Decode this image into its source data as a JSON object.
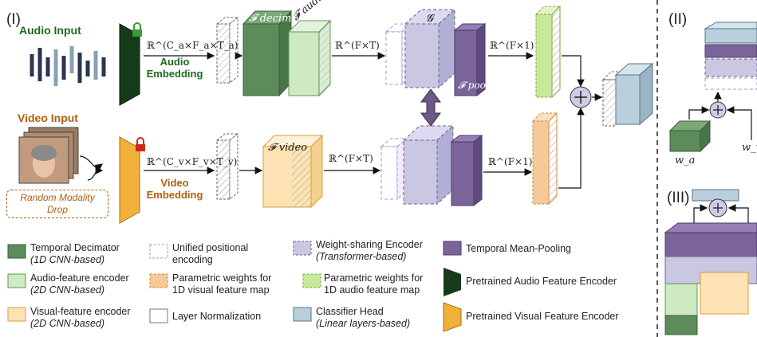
{
  "panels": {
    "p1": "(I)",
    "p2": "(II)",
    "p3": "(III)"
  },
  "inputs": {
    "audio": "Audio Input",
    "video": "Video Input",
    "drop_line1": "Random Modality",
    "drop_line2": "Drop"
  },
  "embedding": {
    "audio_line1": "Audio",
    "audio_line2": "Embedding",
    "video_line1": "Video",
    "video_line2": "Embedding"
  },
  "math": {
    "audio_dim": "ℝ^(C_a×F_a×T_a)",
    "video_dim": "ℝ^(C_v×F_v×T_v)",
    "audio_feat": "ℝ^(F×T)",
    "video_feat": "ℝ^(F×T)",
    "audio_pool": "ℝ^(F×1)",
    "video_pool": "ℝ^(F×1)",
    "f_decim": "𝓕 decim",
    "f_audio": "𝓕 audio",
    "f_video": "𝓕 video",
    "g": "𝓖",
    "f_pool": "𝓕 pool",
    "wa": "w_a",
    "wv": "w_v"
  },
  "legend": [
    {
      "line1": "Temporal Decimator",
      "line2": "(1D CNN-based)",
      "color": "#5b8c5a"
    },
    {
      "line1": "Unified positional",
      "line2": "encoding",
      "color": "#d6c9ee"
    },
    {
      "line1": "Weight-sharing Encoder",
      "line2": "(Transformer-based)",
      "color": "#c9c7e2"
    },
    {
      "line1": "Temporal Mean-Pooling",
      "line2": "",
      "color": "#7b649a"
    },
    {
      "line1": "Audio-feature encoder",
      "line2": "(2D CNN-based)",
      "color": "#cfe9c3"
    },
    {
      "line1": "Parametric weights for",
      "line2": "1D visual feature map",
      "color": "#f6c99a"
    },
    {
      "line1": "Parametric weights for",
      "line2": "1D audio feature map",
      "color": "#c8e89a"
    },
    {
      "line1": "Pretrained Audio Feature Encoder",
      "line2": "",
      "color": "#163b1a"
    },
    {
      "line1": "Visual-feature encoder",
      "line2": "(2D CNN-based)",
      "color": "#fde3b3"
    },
    {
      "line1": "Layer Normalization",
      "line2": "",
      "color": "#ffffff"
    },
    {
      "line1": "Classifier Head",
      "line2": "(Linear layers-based)",
      "color": "#b9cfdd"
    },
    {
      "line1": "Pretrained Visual Feature Encoder",
      "line2": "",
      "color": "#f0b03a"
    }
  ]
}
